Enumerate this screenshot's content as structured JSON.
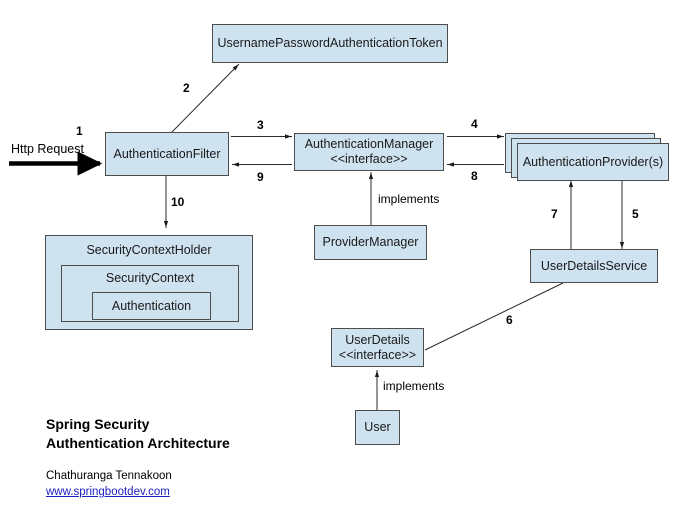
{
  "diagram": {
    "title_line1": "Spring Security",
    "title_line2": "Authentication Architecture",
    "author": "Chathuranga Tennakoon",
    "link": "www.springbootdev.com",
    "box_fill": "#cfe2f0",
    "box_stroke": "#4d4d4d",
    "link_color": "#2020c0"
  },
  "nodes": {
    "token": {
      "label": "UsernamePasswordAuthenticationToken"
    },
    "auth_filter": {
      "label": "AuthenticationFilter"
    },
    "auth_manager": {
      "label": "AuthenticationManager",
      "stereotype": "<<interface>>"
    },
    "auth_provider": {
      "label": "AuthenticationProvider(s)"
    },
    "provider_manager": {
      "label": "ProviderManager"
    },
    "user_details_service": {
      "label": "UserDetailsService"
    },
    "user_details": {
      "label": "UserDetails",
      "stereotype": "<<interface>>"
    },
    "user": {
      "label": "User"
    },
    "security_context_holder": {
      "label": "SecurityContextHolder"
    },
    "security_context": {
      "label": "SecurityContext"
    },
    "authentication": {
      "label": "Authentication"
    }
  },
  "edges": {
    "http_request": {
      "label": "Http Request",
      "step": "1"
    },
    "filter_to_token": {
      "step": "2"
    },
    "filter_to_manager": {
      "step": "3"
    },
    "manager_to_provider": {
      "step": "4"
    },
    "provider_to_uds": {
      "step": "5"
    },
    "uds_to_userdetails": {
      "step": "6"
    },
    "uds_to_provider": {
      "step": "7"
    },
    "provider_to_manager": {
      "step": "8"
    },
    "manager_to_filter": {
      "step": "9"
    },
    "filter_to_context_holder": {
      "step": "10"
    },
    "provider_manager_implements": {
      "label": "implements"
    },
    "user_implements": {
      "label": "implements"
    }
  }
}
